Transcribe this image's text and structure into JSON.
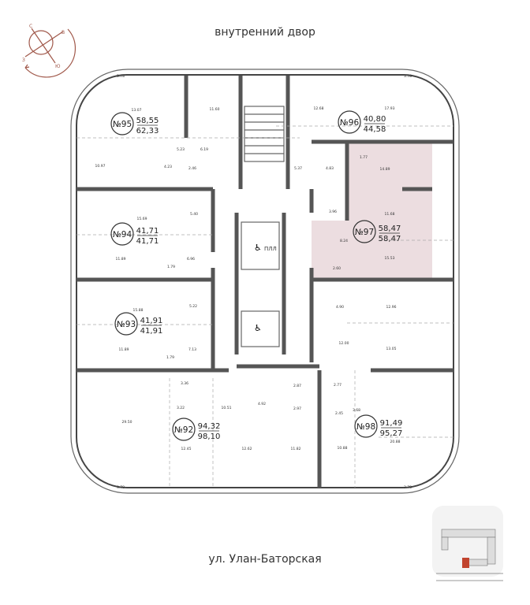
{
  "header": {
    "title": "внутренний двор"
  },
  "footer": {
    "street": "ул. Улан-Баторская"
  },
  "compass": {
    "labels": [
      "С",
      "В",
      "Ю",
      "З"
    ],
    "color": "#a0584a"
  },
  "highlight_color": "#ecdde0",
  "wall_dimension": "3.78",
  "elevator_label": "ПЛЛ",
  "apartments": [
    {
      "number": "№95",
      "living": "58,55",
      "total": "62,33",
      "rooms": [
        "13.07",
        "11.60",
        "5.23",
        "4.23",
        "2.46",
        "6.19",
        "10.97"
      ]
    },
    {
      "number": "№94",
      "living": "41,71",
      "total": "41,71",
      "rooms": [
        "15.69",
        "5.40",
        "11.89",
        "6.96",
        "1.79"
      ]
    },
    {
      "number": "№93",
      "living": "41,91",
      "total": "41,91",
      "rooms": [
        "15.88",
        "5.22",
        "11.89",
        "7.13",
        "1.79"
      ]
    },
    {
      "number": "№92",
      "living": "94,32",
      "total": "98,10",
      "rooms": [
        "29.50",
        "3.36",
        "3.22",
        "10.51",
        "12.45",
        "12.62",
        "4.92",
        "2.87",
        "2.97",
        "11.82"
      ]
    },
    {
      "number": "№96",
      "living": "40,80",
      "total": "44,58",
      "rooms": [
        "12.68",
        "17.93",
        "5.37",
        "4.83",
        "1.77",
        "14.89"
      ]
    },
    {
      "number": "№97",
      "living": "58,47",
      "total": "58,47",
      "highlighted": true,
      "rooms": [
        "11.68",
        "3.96",
        "8.24",
        "2.60",
        "15.53"
      ]
    },
    {
      "number": "№98",
      "living": "91,49",
      "total": "95,27",
      "rooms": [
        "4.90",
        "12.96",
        "12.00",
        "13.05",
        "2.77",
        "2.45",
        "3.68",
        "20.88",
        "10.88"
      ]
    }
  ]
}
